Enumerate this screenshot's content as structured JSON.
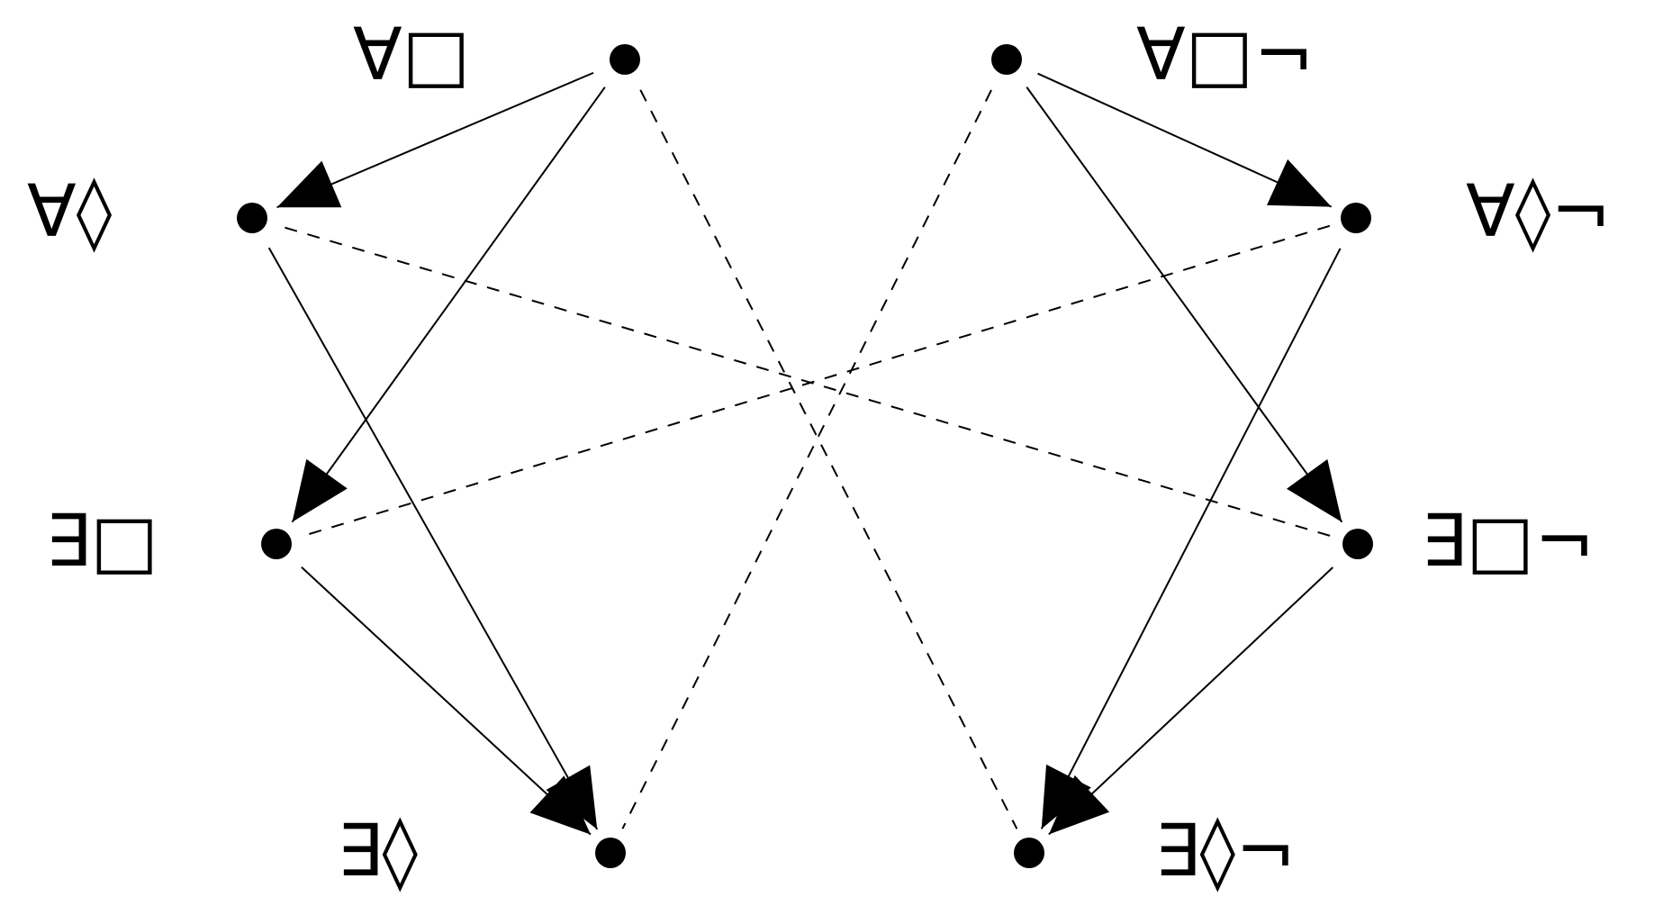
{
  "diagram": {
    "colors": {
      "background": "#ffffff",
      "ink": "#000000"
    },
    "nodes": [
      {
        "id": "all-box",
        "label": "∀□"
      },
      {
        "id": "all-diamond",
        "label": "∀◊"
      },
      {
        "id": "exists-box",
        "label": "∃□"
      },
      {
        "id": "exists-diamond",
        "label": "∃◊"
      },
      {
        "id": "all-box-neg",
        "label": "∀□¬"
      },
      {
        "id": "all-diamond-neg",
        "label": "∀◊¬"
      },
      {
        "id": "exists-box-neg",
        "label": "∃□¬"
      },
      {
        "id": "exists-diamond-neg",
        "label": "∃◊¬"
      }
    ],
    "edges": [
      {
        "from": "all-box",
        "to": "all-diamond",
        "style": "solid",
        "arrow": true
      },
      {
        "from": "all-box",
        "to": "exists-box",
        "style": "solid",
        "arrow": true
      },
      {
        "from": "all-diamond",
        "to": "exists-diamond",
        "style": "solid",
        "arrow": true
      },
      {
        "from": "exists-box",
        "to": "exists-diamond",
        "style": "solid",
        "arrow": true
      },
      {
        "from": "all-box-neg",
        "to": "all-diamond-neg",
        "style": "solid",
        "arrow": true
      },
      {
        "from": "all-box-neg",
        "to": "exists-box-neg",
        "style": "solid",
        "arrow": true
      },
      {
        "from": "all-diamond-neg",
        "to": "exists-diamond-neg",
        "style": "solid",
        "arrow": true
      },
      {
        "from": "exists-box-neg",
        "to": "exists-diamond-neg",
        "style": "solid",
        "arrow": true
      },
      {
        "from": "all-box",
        "to": "exists-diamond-neg",
        "style": "dashed",
        "arrow": false
      },
      {
        "from": "all-box-neg",
        "to": "exists-diamond",
        "style": "dashed",
        "arrow": false
      },
      {
        "from": "all-diamond",
        "to": "exists-box-neg",
        "style": "dashed",
        "arrow": false
      },
      {
        "from": "exists-box",
        "to": "all-diamond-neg",
        "style": "dashed",
        "arrow": false
      }
    ]
  }
}
